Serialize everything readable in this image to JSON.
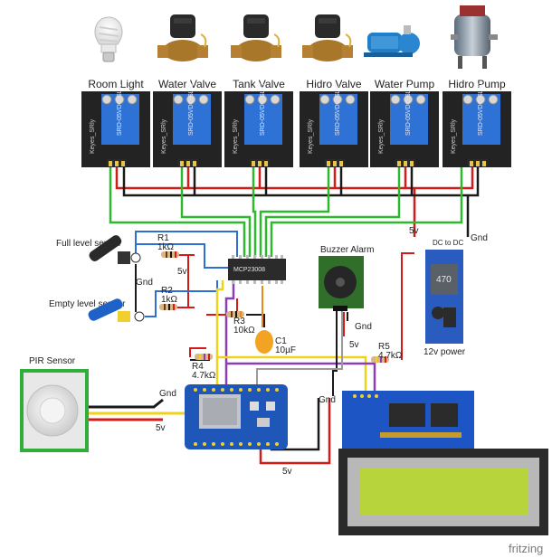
{
  "relays": [
    {
      "label": "Room Light",
      "device": "bulb"
    },
    {
      "label": "Water Valve",
      "device": "valve"
    },
    {
      "label": "Tank Valve",
      "device": "valve"
    },
    {
      "label": "Hidro Valve",
      "device": "valve"
    },
    {
      "label": "Water Pump",
      "device": "pump"
    },
    {
      "label": "Hidro Pump",
      "device": "pressure-pump"
    }
  ],
  "relay_board": {
    "module_text": "Keyes_SRly",
    "relay_text": "SRD-05VDC-SL-C"
  },
  "sensors": {
    "full_level": "Full level sensor",
    "empty_level": "Empty level sensor",
    "pir": "PIR Sensor"
  },
  "components": {
    "ic": "MCP23008",
    "r1_name": "R1",
    "r1_value": "1kΩ",
    "r2_name": "R2",
    "r2_value": "1kΩ",
    "r3_name": "R3",
    "r3_value": "10kΩ",
    "r4_name": "R4",
    "r4_value": "4.7kΩ",
    "r5_name": "R5",
    "r5_value": "4.7kΩ",
    "c1_name": "C1",
    "c1_value": "10µF",
    "buzzer": "Buzzer Alarm",
    "dc_converter": "DC to DC",
    "dc_chip": "470",
    "power_label": "12v power"
  },
  "net_labels": {
    "v5_a": "5v",
    "gnd_a": "Gnd",
    "v5_b": "5v",
    "gnd_b": "Gnd",
    "v5_c": "5v",
    "gnd_c": "Gnd",
    "gnd_pir": "Gnd",
    "v5_pir": "5v",
    "gnd_lcd": "Gnd",
    "v5_lcd": "5v"
  },
  "watermark": "fritzing",
  "colors": {
    "wire_red": "#d51a1a",
    "wire_black": "#1a1a1a",
    "wire_green": "#2db82d",
    "wire_blue": "#2e6fd6",
    "wire_yellow": "#f0d21a",
    "wire_purple": "#8a3fb8",
    "wire_orange": "#e88a1a",
    "wire_gray": "#9a9a9a",
    "relay_board": "#232323",
    "relay_cube": "#2e72d6",
    "mcu_board": "#1f57b8",
    "lcd_board": "#1d55c4",
    "lcd_screen": "#b8d43c",
    "pcb_green": "#2f6f2a"
  }
}
